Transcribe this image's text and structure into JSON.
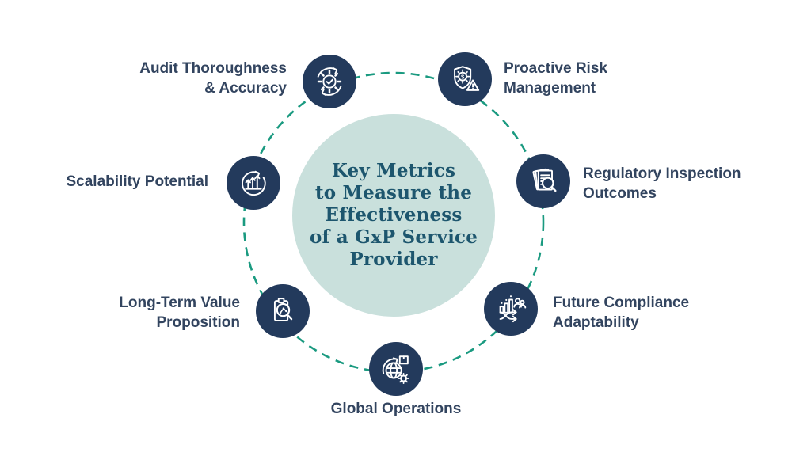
{
  "diagram": {
    "center": {
      "title_lines": [
        "Key Metrics",
        "to Measure the",
        "Effectiveness",
        "of a GxP Service",
        "Provider"
      ]
    },
    "nodes": [
      {
        "id": "audit-thoroughness",
        "icon": "sync-gear-check-icon",
        "label": "Audit Thoroughness & Accuracy",
        "lines": [
          "Audit Thoroughness",
          "& Accuracy"
        ]
      },
      {
        "id": "proactive-risk",
        "icon": "shield-gear-alert-icon",
        "label": "Proactive Risk Management",
        "lines": [
          "Proactive Risk",
          "Management"
        ]
      },
      {
        "id": "regulatory-inspection",
        "icon": "documents-magnifier-icon",
        "label": "Regulatory Inspection Outcomes",
        "lines": [
          "Regulatory Inspection",
          "Outcomes"
        ]
      },
      {
        "id": "future-compliance",
        "icon": "chart-people-arrows-icon",
        "label": "Future Compliance Adaptability",
        "lines": [
          "Future Compliance",
          "Adaptability"
        ]
      },
      {
        "id": "global-operations",
        "icon": "globe-package-gear-icon",
        "label": "Global Operations",
        "lines": [
          "Global Operations"
        ]
      },
      {
        "id": "long-term-value",
        "icon": "clipboard-magnifier-icon",
        "label": "Long-Term Value Proposition",
        "lines": [
          "Long-Term Value",
          "Proposition"
        ]
      },
      {
        "id": "scalability-potential",
        "icon": "growth-arrows-cycle-icon",
        "label": "Scalability Potential",
        "lines": [
          "Scalability Potential"
        ]
      }
    ],
    "colors": {
      "background": "#ffffff",
      "node_circle": "#233a5c",
      "dashed_ring": "#1a9a80",
      "center_circle_fill": "#c9e0dc",
      "center_text": "#1d566e",
      "label_text": "#32445f",
      "icon_stroke": "#ffffff"
    }
  }
}
